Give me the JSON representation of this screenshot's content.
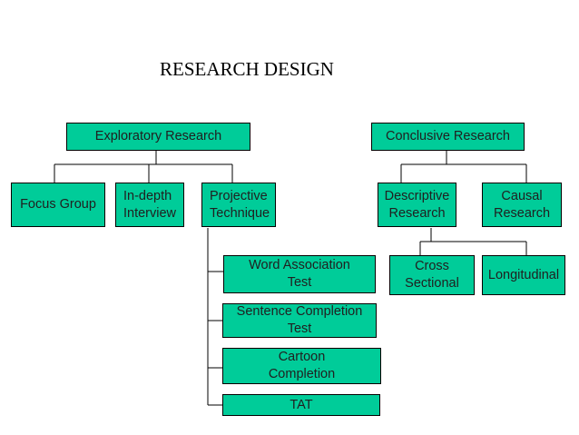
{
  "title": "RESEARCH DESIGN",
  "nodes": {
    "exploratory": "Exploratory Research",
    "conclusive": "Conclusive Research",
    "focus_group": "Focus Group",
    "in_depth": [
      "In-depth",
      "Interview"
    ],
    "projective": [
      "Projective",
      "Technique"
    ],
    "descriptive": [
      "Descriptive",
      "Research"
    ],
    "causal": [
      "Causal",
      "Research"
    ],
    "cross_sectional": [
      "Cross",
      "Sectional"
    ],
    "longitudinal": "Longitudinal",
    "word_association": [
      "Word Association",
      "Test"
    ],
    "sentence_completion": [
      "Sentence Completion",
      "Test"
    ],
    "cartoon_completion": [
      "Cartoon",
      "Completion"
    ],
    "tat": "TAT"
  },
  "colors": {
    "box_fill": "#00cc99",
    "line": "#000000"
  }
}
